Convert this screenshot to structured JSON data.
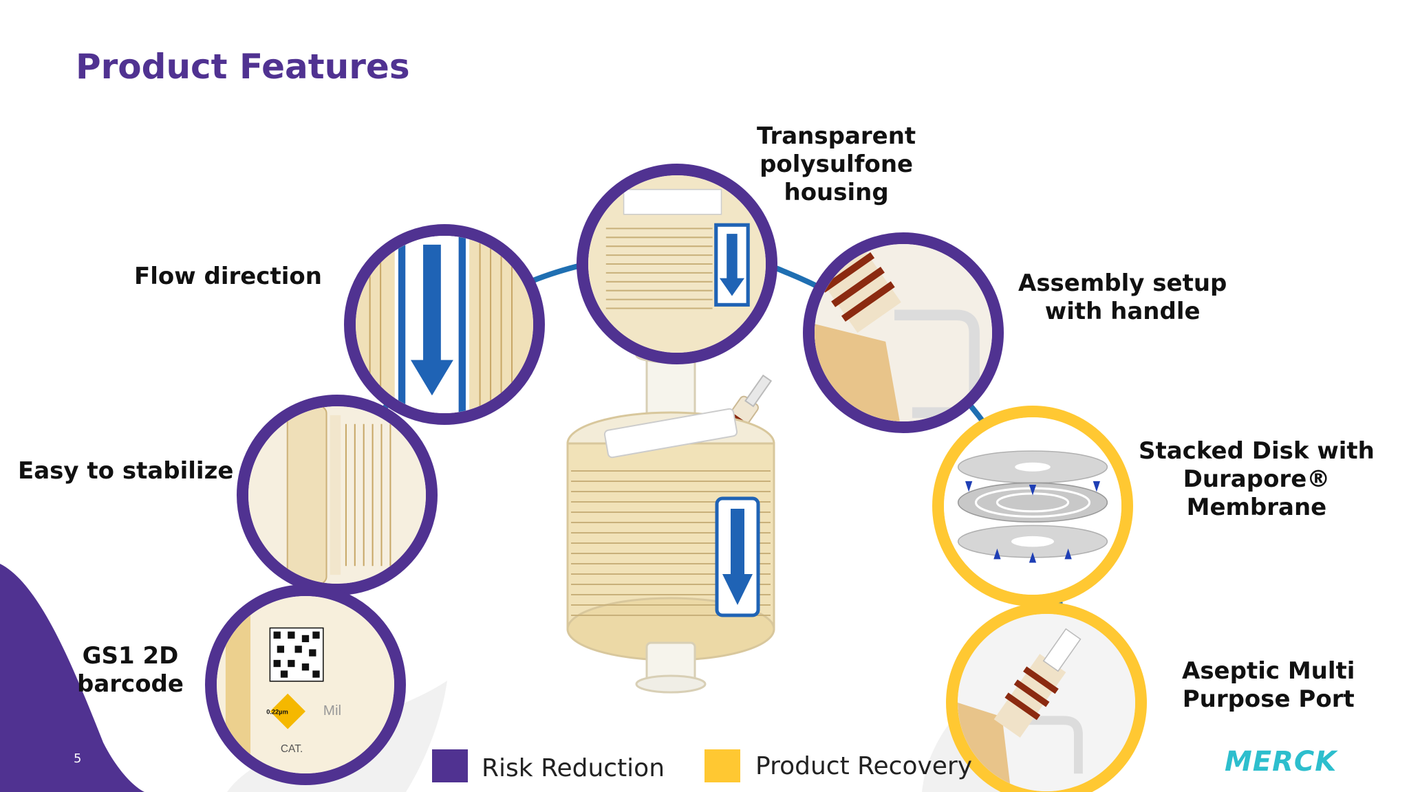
{
  "slide": {
    "title": "Product Features",
    "page_number": "5",
    "logo_text": "MERCK"
  },
  "features": {
    "transparent_housing": {
      "lines": [
        "Transparent",
        "polysulfone",
        "housing"
      ],
      "category": "risk-reduction"
    },
    "flow_direction": {
      "lines": [
        "Flow direction"
      ],
      "category": "risk-reduction"
    },
    "assembly_setup": {
      "lines": [
        "Assembly setup",
        "with handle"
      ],
      "category": "risk-reduction"
    },
    "easy_to_stabilize": {
      "lines": [
        "Easy to stabilize"
      ],
      "category": "risk-reduction"
    },
    "stacked_disk": {
      "lines": [
        "Stacked Disk with",
        "Durapore®",
        "Membrane"
      ],
      "category": "product-recovery"
    },
    "gs1_barcode": {
      "lines": [
        "GS1 2D",
        "barcode"
      ],
      "category": "risk-reduction"
    },
    "aseptic_port": {
      "lines": [
        "Aseptic Multi",
        "Purpose Port"
      ],
      "category": "product-recovery"
    }
  },
  "inset_text": {
    "pore_size": "0.22µm",
    "brand_fragment": "Mil",
    "cat_fragment": "CAT."
  },
  "legend": {
    "risk_reduction": "Risk Reduction",
    "product_recovery": "Product Recovery"
  },
  "colors": {
    "risk_reduction": "#503291",
    "product_recovery": "#ffc832",
    "connector": "#1f6fb2",
    "title": "#503291",
    "logo": "#2dbecd"
  }
}
